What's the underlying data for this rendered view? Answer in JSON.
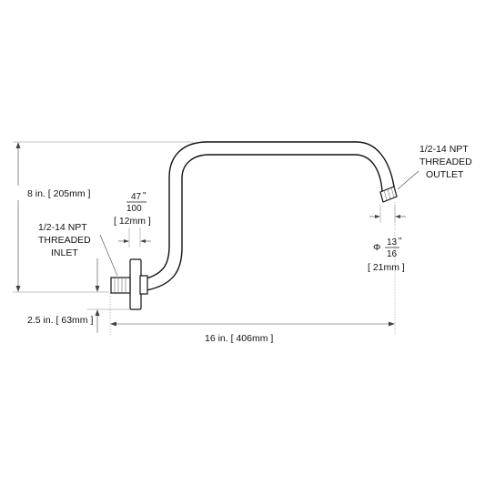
{
  "labels": {
    "outlet_line1": "1/2-14 NPT",
    "outlet_line2": "THREADED",
    "outlet_line3": "OUTLET",
    "inlet_line1": "1/2-14 NPT",
    "inlet_line2": "THREADED",
    "inlet_line3": "INLET",
    "height_dim": "8 in. [ 205mm ]",
    "drop_dim": "2.5 in. [ 63mm ]",
    "length_dim": "16 in. [ 406mm ]",
    "inlet_depth_num": "47",
    "inlet_depth_den": "100",
    "inlet_depth_unit": "\"",
    "inlet_depth_mm": "[ 12mm ]",
    "outlet_diam_symbol": "Φ",
    "outlet_diam_num": "13",
    "outlet_diam_den": "16",
    "outlet_diam_unit": "\"",
    "outlet_diam_mm": "[ 21mm ]"
  }
}
